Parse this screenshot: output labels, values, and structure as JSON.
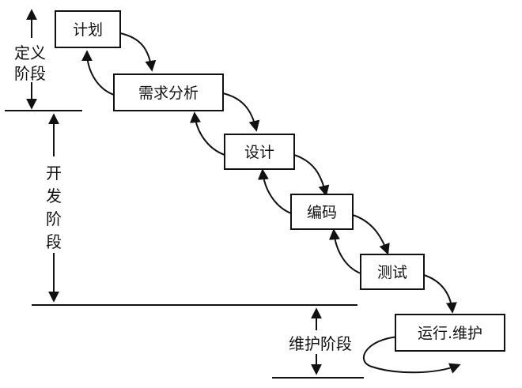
{
  "stages": [
    {
      "label": "计划"
    },
    {
      "label": "需求分析"
    },
    {
      "label": "设计"
    },
    {
      "label": "编码"
    },
    {
      "label": "测试"
    },
    {
      "label": "运行.维护"
    }
  ],
  "phases": {
    "definition": [
      "定义",
      "阶段"
    ],
    "development": [
      "开",
      "发",
      "阶",
      "段"
    ],
    "maintenance": "维护阶段"
  }
}
